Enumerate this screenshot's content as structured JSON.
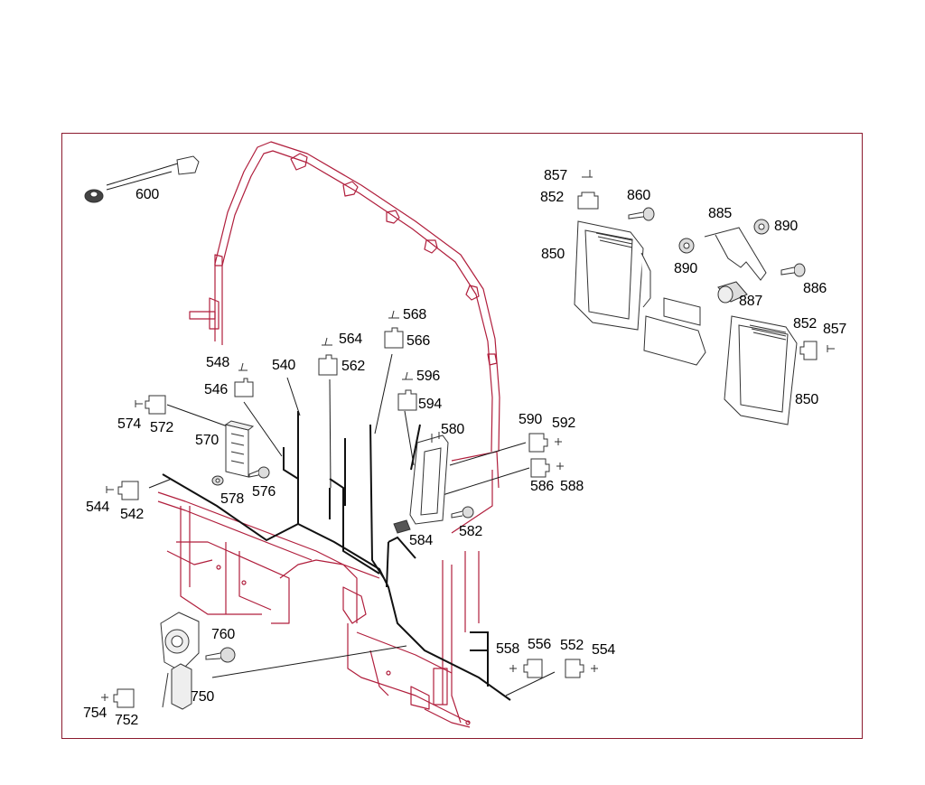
{
  "colors": {
    "frame": "#8b1a2e",
    "structure": "#b01e3c",
    "harness": "#111111",
    "leader": "#1a1a1a",
    "part": "#333333"
  },
  "callouts": {
    "p540": "540",
    "p542": "542",
    "p544": "544",
    "p546": "546",
    "p548": "548",
    "p552": "552",
    "p554": "554",
    "p556": "556",
    "p558": "558",
    "p562": "562",
    "p564": "564",
    "p566": "566",
    "p568": "568",
    "p570": "570",
    "p572": "572",
    "p574": "574",
    "p576": "576",
    "p578": "578",
    "p580": "580",
    "p582": "582",
    "p584": "584",
    "p586": "586",
    "p588": "588",
    "p590": "590",
    "p592": "592",
    "p594": "594",
    "p596": "596",
    "p600": "600",
    "p750": "750",
    "p752": "752",
    "p754": "754",
    "p760": "760",
    "p850a": "850",
    "p850b": "850",
    "p852a": "852",
    "p852b": "852",
    "p857a": "857",
    "p857b": "857",
    "p860": "860",
    "p885": "885",
    "p886": "886",
    "p887": "887",
    "p890a": "890",
    "p890b": "890"
  }
}
